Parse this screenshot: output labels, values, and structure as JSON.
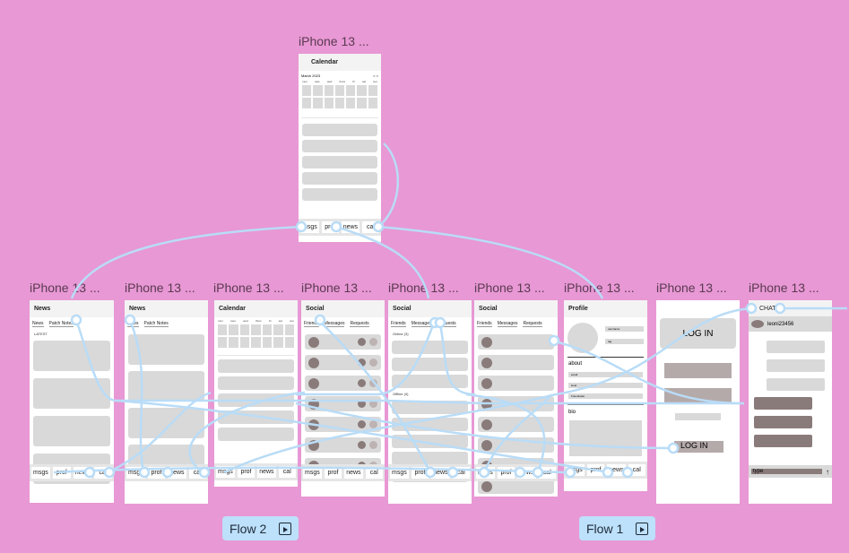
{
  "frame_title": "iPhone 13 ...",
  "nav": [
    "msgs",
    "prof",
    "news",
    "cal"
  ],
  "calendar": {
    "title": "Calendar",
    "month": "March 2023",
    "arrows": "< >",
    "days": [
      "mon",
      "tues",
      "wed",
      "thurs",
      "fri",
      "sat",
      "sun"
    ]
  },
  "news": {
    "title": "News",
    "tabs": [
      "News",
      "Patch Notes"
    ],
    "latest": "LATEST"
  },
  "social": {
    "title": "Social",
    "tabs": [
      "Friends",
      "Messages",
      "Requests"
    ],
    "online": "Online (3)",
    "offline": "Offline (4)"
  },
  "profile": {
    "title": "Profile",
    "username": "username",
    "tag": "tag",
    "about": "about",
    "fields": [
      "email",
      "level",
      "Friendcode"
    ],
    "bio": "bio"
  },
  "login": {
    "button_top": "LOG IN",
    "button_bottom": "LOG IN"
  },
  "chat": {
    "title": "CHAT",
    "user": "leoni23456",
    "input": "type",
    "send": "↑"
  },
  "flows": [
    "Flow 2",
    "Flow 1"
  ],
  "colors": {
    "canvas": "#e898d4",
    "link": "#b9dcf7"
  }
}
